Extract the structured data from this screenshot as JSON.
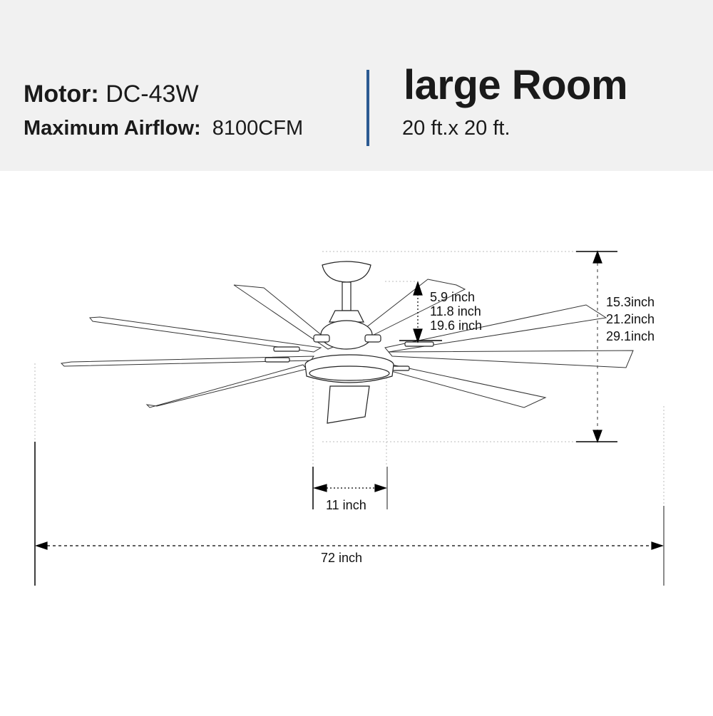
{
  "header": {
    "motor_label": "Motor:",
    "motor_value": "DC-43W",
    "airflow_label": "Maximum Airflow:",
    "airflow_value": "8100CFM",
    "room_title": "large Room",
    "room_size": "20 ft.x 20 ft.",
    "accent_color": "#2b5a92",
    "background_color": "#f1f1f1"
  },
  "diagram": {
    "downrod_lengths": [
      "5.9 inch",
      "11.8 inch",
      "19.6 inch"
    ],
    "overall_heights": [
      "15.3inch",
      "21.2inch",
      "29.1inch"
    ],
    "light_kit_width": "11 inch",
    "blade_span": "72 inch",
    "blade_count": 9,
    "icons": [
      "ceiling-fan-drawing",
      "dimension-arrow"
    ]
  }
}
